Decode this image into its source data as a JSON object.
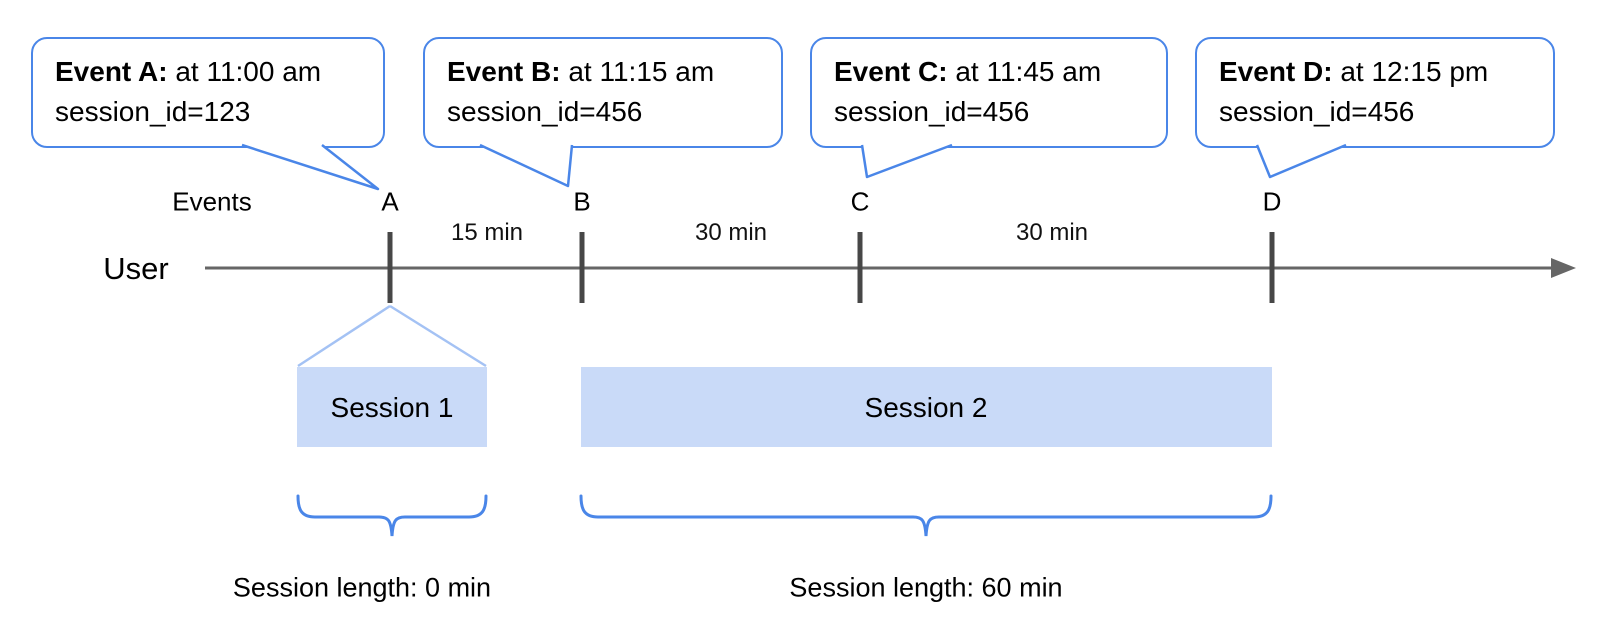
{
  "diagram": {
    "events_axis_label": "Events",
    "user_axis_label": "User"
  },
  "event_bubbles": [
    {
      "event": "A",
      "title_bold": "Event A:",
      "title_rest": " at 11:00 am",
      "detail": "session_id=123"
    },
    {
      "event": "B",
      "title_bold": "Event B:",
      "title_rest": " at 11:15 am",
      "detail": "session_id=456"
    },
    {
      "event": "C",
      "title_bold": "Event C:",
      "title_rest": " at 11:45 am",
      "detail": "session_id=456"
    },
    {
      "event": "D",
      "title_bold": "Event D:",
      "title_rest": " at 12:15 pm",
      "detail": "session_id=456"
    }
  ],
  "event_markers": [
    {
      "label": "A"
    },
    {
      "label": "B"
    },
    {
      "label": "C"
    },
    {
      "label": "D"
    }
  ],
  "intervals": [
    {
      "label": "15 min"
    },
    {
      "label": "30 min"
    },
    {
      "label": "30 min"
    }
  ],
  "sessions": [
    {
      "label": "Session 1",
      "length_label": "Session length: 0 min"
    },
    {
      "label": "Session 2",
      "length_label": "Session length: 60 min"
    }
  ],
  "colors": {
    "bubble_border": "#4a86e8",
    "brace": "#4a86e8",
    "tail": "#4a86e8",
    "session_fill": "#c9daf8",
    "funnel_line": "#a4c2f4",
    "timeline": "#666666",
    "tick": "#474747",
    "text": "#000000"
  }
}
